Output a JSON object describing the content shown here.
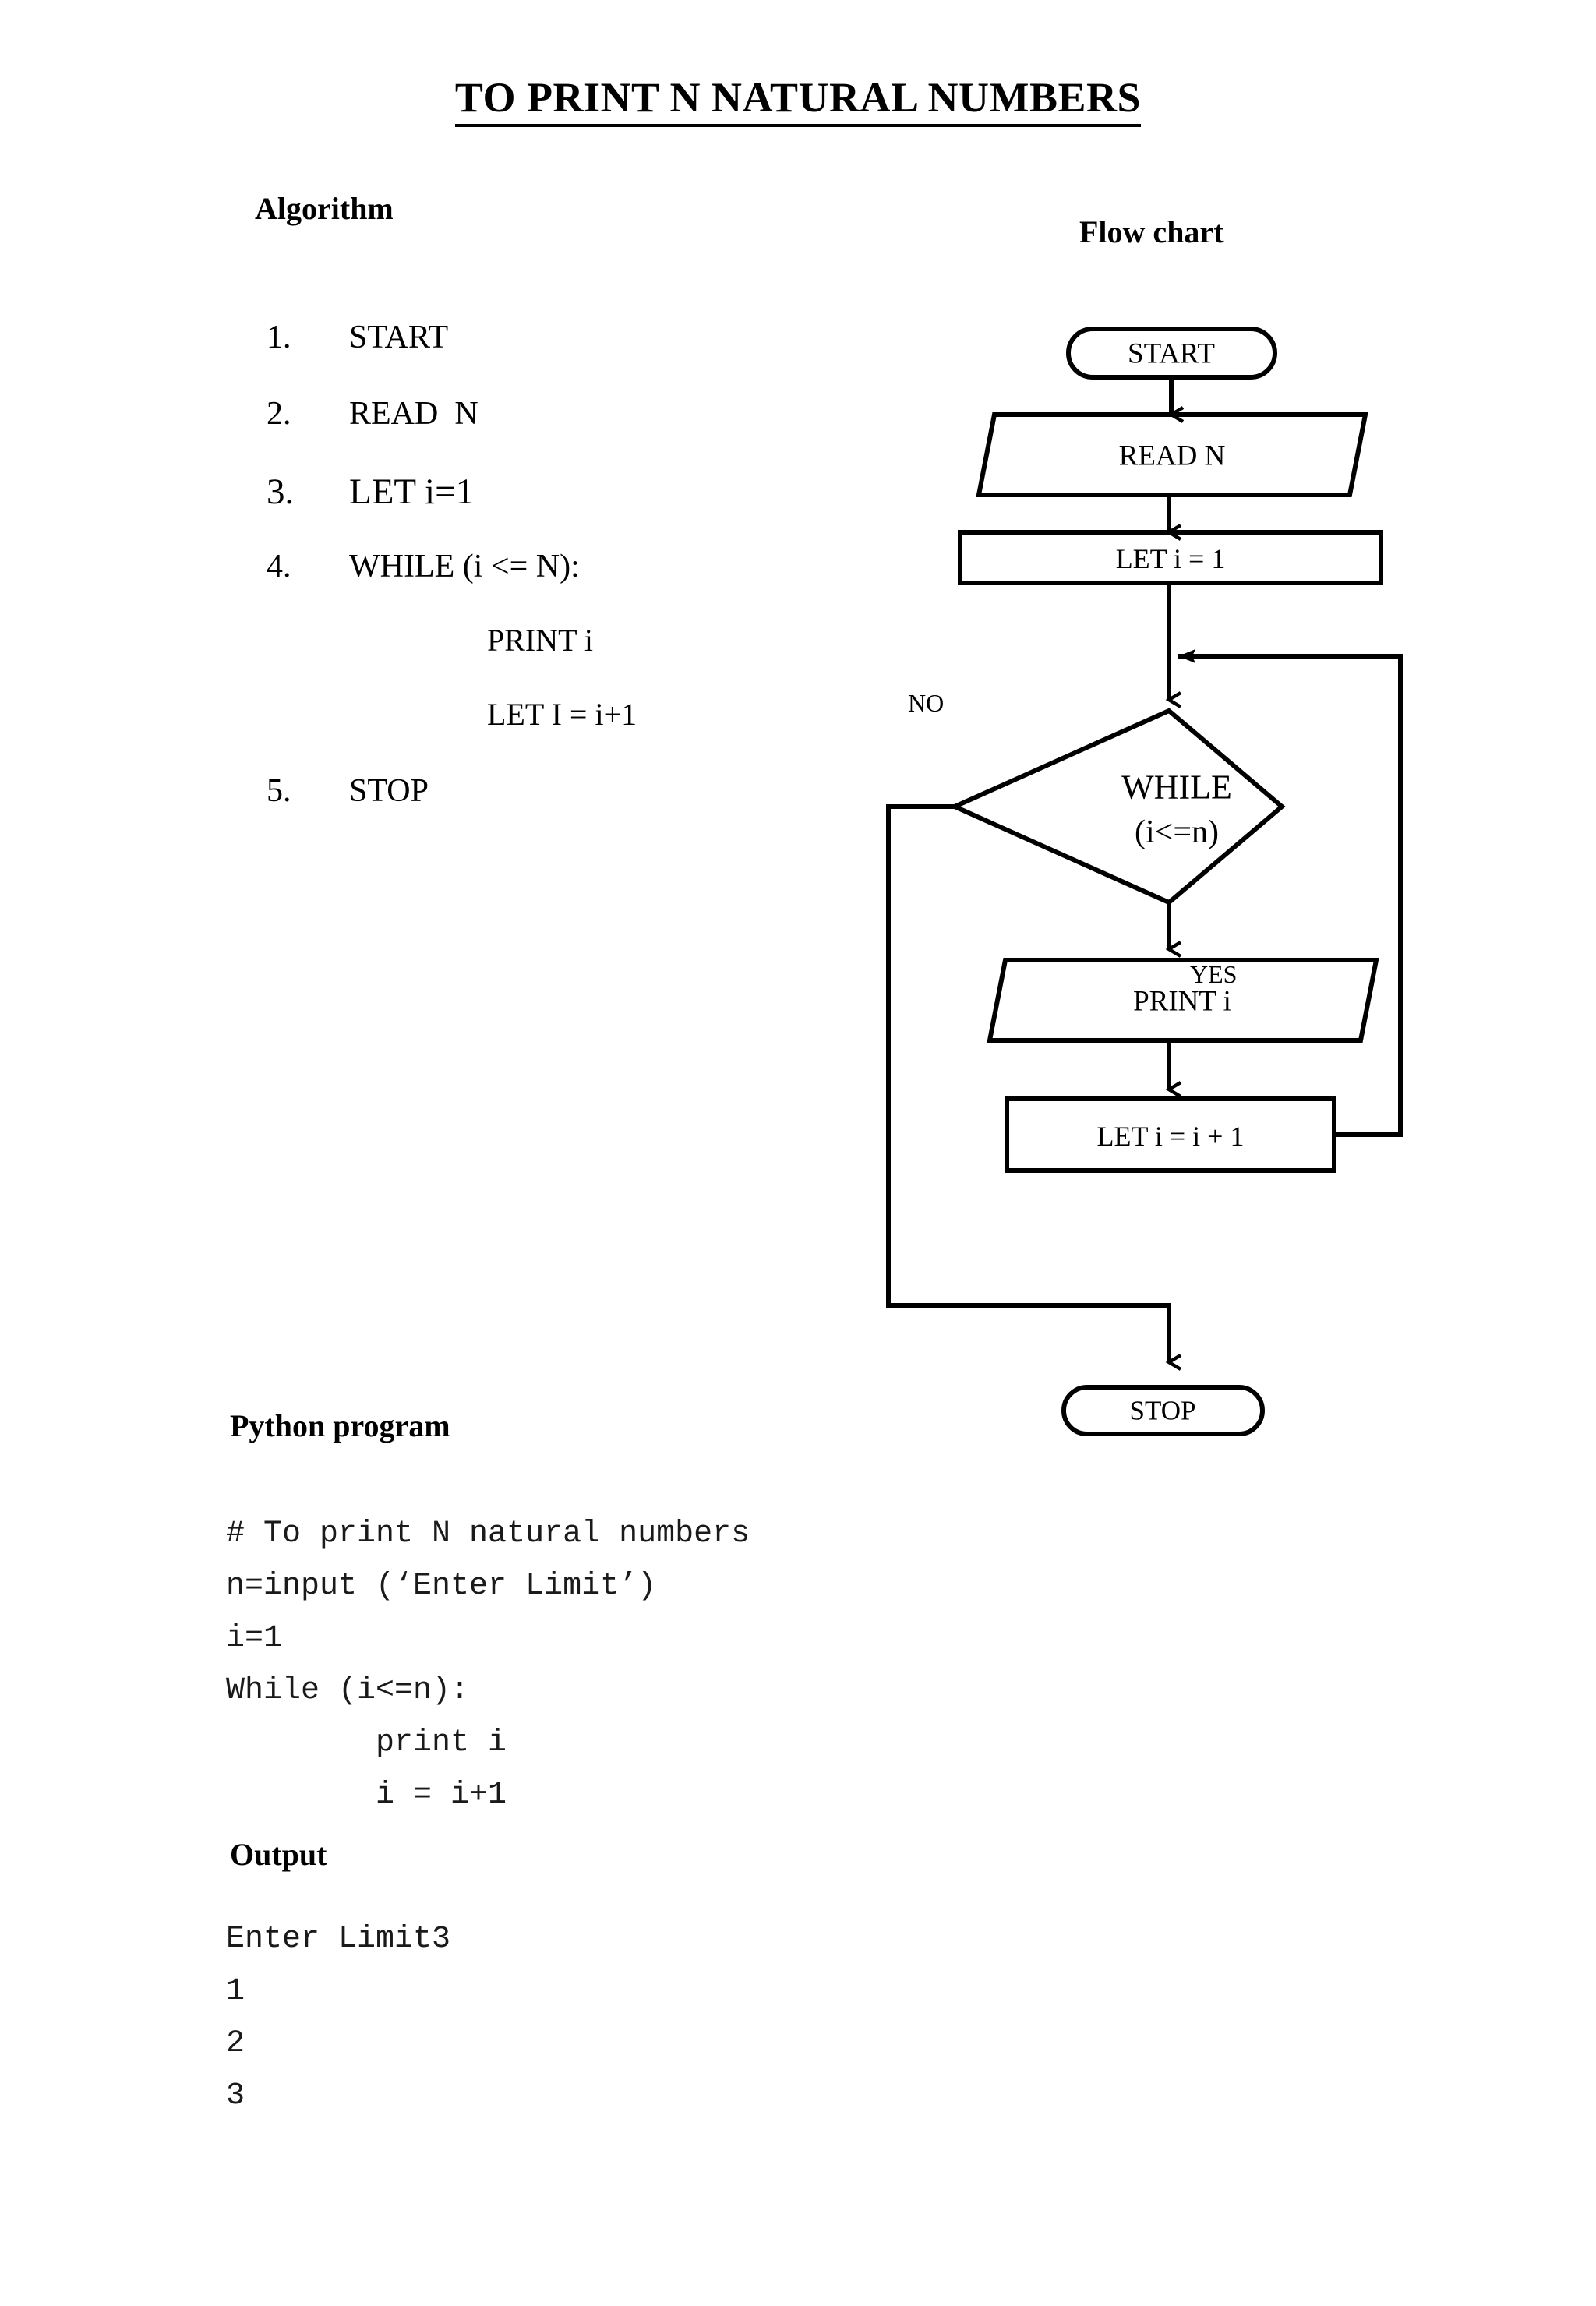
{
  "document": {
    "title": "TO PRINT N NATURAL NUMBERS"
  },
  "sections": {
    "algorithm_heading": "Algorithm",
    "flowchart_heading": "Flow chart",
    "python_heading": "Python program",
    "output_heading": "Output"
  },
  "algorithm": {
    "steps": [
      {
        "num": "1.",
        "text": "START"
      },
      {
        "num": "2.",
        "text": "READ  N"
      },
      {
        "num": "3.",
        "text": "LET i=1"
      },
      {
        "num": "4.",
        "text": "WHILE (i <= N):"
      }
    ],
    "sub_steps": [
      "PRINT i",
      "LET I = i+1"
    ],
    "last_step": {
      "num": "5.",
      "text": "STOP"
    }
  },
  "flowchart": {
    "type": "flowchart",
    "nodes": [
      {
        "id": "start",
        "shape": "terminator",
        "label": "START"
      },
      {
        "id": "read",
        "shape": "parallelogram",
        "label": "READ  N"
      },
      {
        "id": "init",
        "shape": "rectangle",
        "label": "LET i = 1"
      },
      {
        "id": "cond",
        "shape": "diamond",
        "label_line1": "WHILE",
        "label_line2": "(i<=n)"
      },
      {
        "id": "print",
        "shape": "parallelogram",
        "label": "PRINT i"
      },
      {
        "id": "incr",
        "shape": "rectangle",
        "label": "LET i = i + 1"
      },
      {
        "id": "stop",
        "shape": "terminator",
        "label": "STOP"
      }
    ],
    "edge_labels": {
      "no": "NO",
      "yes": "YES"
    },
    "edges": [
      {
        "from": "start",
        "to": "read"
      },
      {
        "from": "read",
        "to": "init"
      },
      {
        "from": "init",
        "to": "cond"
      },
      {
        "from": "cond",
        "to": "print",
        "label": "YES"
      },
      {
        "from": "cond",
        "to": "stop",
        "label": "NO"
      },
      {
        "from": "print",
        "to": "incr"
      },
      {
        "from": "incr",
        "to": "cond"
      }
    ]
  },
  "python_program": {
    "code": "# To print N natural numbers\nn=input (‘Enter Limit’)\ni=1\nWhile (i<=n):\n        print i\n        i = i+1"
  },
  "output": {
    "text": "Enter Limit3\n1\n2\n3"
  },
  "colors": {
    "ink": "#000000",
    "page": "#ffffff"
  }
}
